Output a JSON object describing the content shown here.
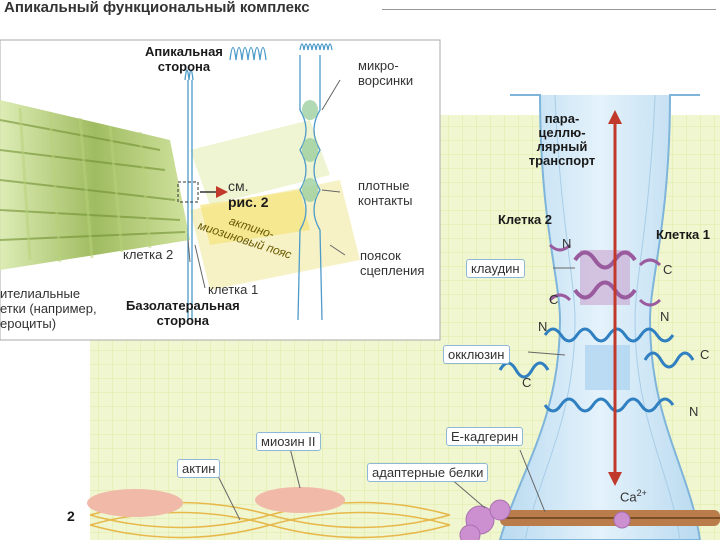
{
  "title": "Апикальный функциональный комплекс",
  "figure_number": "2",
  "inset": {
    "apical_side": [
      "Апикальная",
      "сторона"
    ],
    "basolateral_side": [
      "Базолатеральная",
      "сторона"
    ],
    "microvilli": [
      "микро-",
      "ворсинки"
    ],
    "tight_junctions": [
      "плотные",
      "контакты"
    ],
    "adhesion_belt": [
      "поясок",
      "сцепления"
    ],
    "see_fig": [
      "см.",
      "рис. 2"
    ],
    "actomyosin_belt": [
      "актино-",
      "миозиновый пояс"
    ],
    "cell2": "клетка 2",
    "cell1": "клетка 1",
    "epithelial_cells": [
      "ителиальные",
      "етки (например,",
      "ероциты)"
    ]
  },
  "main": {
    "paracellular_transport": [
      "пара-",
      "целлю-",
      "лярный",
      "транспорт"
    ],
    "cell2": "Клетка 2",
    "cell1": "Клетка 1",
    "claudin": "клаудин",
    "occludin": "окклюзин",
    "e_cadherin": "Е-кадгерин",
    "adapter_proteins": "адаптерные белки",
    "actin": "актин",
    "myosin": "миозин II",
    "calcium_base": "Ca",
    "calcium_sup": "2+",
    "terminals": {
      "N": "N",
      "C": "C"
    }
  },
  "colors": {
    "background_grid": "#eef5c8",
    "channel": "#cfe6f4",
    "claudin": "#9a5b9e",
    "occludin": "#2f7fc1",
    "arrow": "#c0392b",
    "cadherin": "#8a5a2b",
    "myosin": "#f0b9a8",
    "actin": "#e7b84a"
  }
}
